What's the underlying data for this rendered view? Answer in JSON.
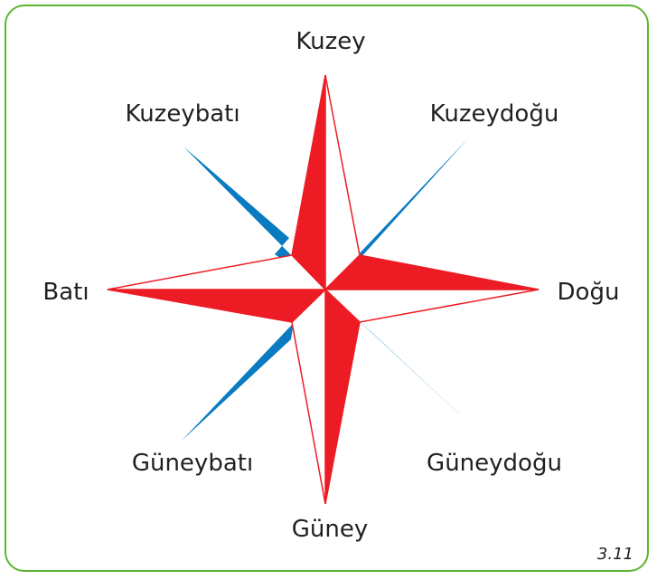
{
  "directions": {
    "north": "Kuzey",
    "northeast": "Kuzeydoğu",
    "east": "Doğu",
    "southeast": "Güneydoğu",
    "south": "Güney",
    "southwest": "Güneybatı",
    "west": "Batı",
    "northwest": "Kuzeybatı"
  },
  "figure_number": "3.11",
  "colors": {
    "frame": "#5cb531",
    "cardinal_points": "#ed1c24",
    "intercardinal_points": "#0a7bc1",
    "light_faces": "#ffffff"
  }
}
